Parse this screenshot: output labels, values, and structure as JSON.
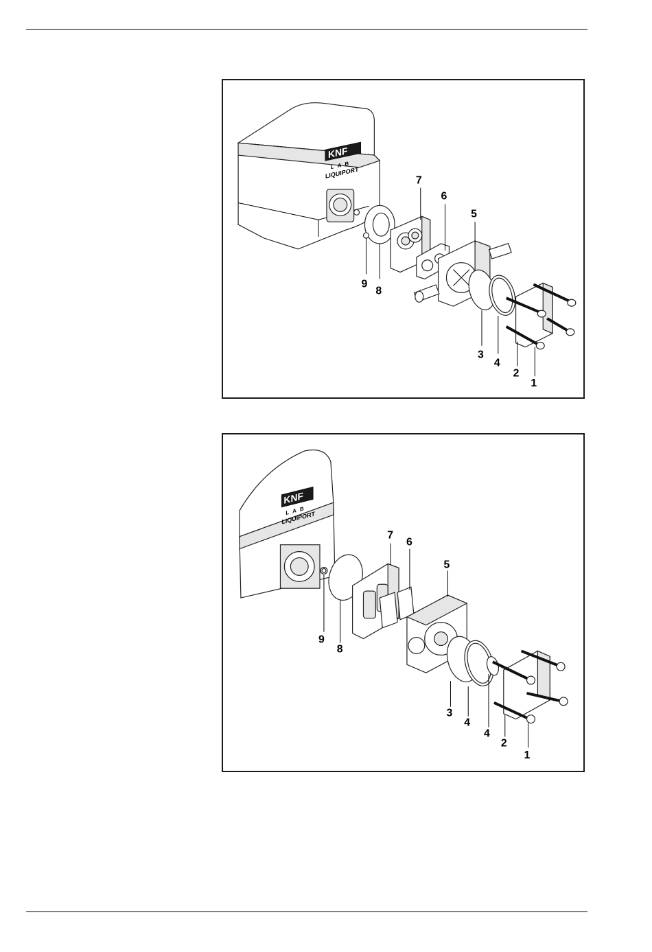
{
  "figures": [
    {
      "brand": {
        "logo": "KNF",
        "sub": "LAB",
        "product": "LIQUIPORT"
      },
      "callouts": [
        {
          "id": "c7",
          "text": "7"
        },
        {
          "id": "c6",
          "text": "6"
        },
        {
          "id": "c5",
          "text": "5"
        },
        {
          "id": "c9",
          "text": "9"
        },
        {
          "id": "c8",
          "text": "8"
        },
        {
          "id": "c3",
          "text": "3"
        },
        {
          "id": "c4",
          "text": "4"
        },
        {
          "id": "c2",
          "text": "2"
        },
        {
          "id": "c1",
          "text": "1"
        }
      ]
    },
    {
      "brand": {
        "logo": "KNF",
        "sub": "LAB",
        "product": "LIQUIPORT"
      },
      "callouts": [
        {
          "id": "c7",
          "text": "7"
        },
        {
          "id": "c6",
          "text": "6"
        },
        {
          "id": "c5",
          "text": "5"
        },
        {
          "id": "c9",
          "text": "9"
        },
        {
          "id": "c8",
          "text": "8"
        },
        {
          "id": "c3",
          "text": "3"
        },
        {
          "id": "c4a",
          "text": "4"
        },
        {
          "id": "c4b",
          "text": "4"
        },
        {
          "id": "c2",
          "text": "2"
        },
        {
          "id": "c1",
          "text": "1"
        }
      ]
    }
  ]
}
